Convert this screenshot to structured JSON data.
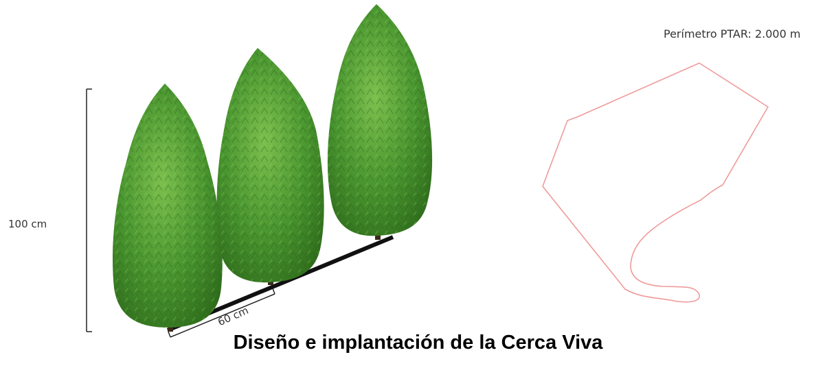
{
  "diagram": {
    "height_label": "100 cm",
    "spacing_label": "60 cm",
    "perimeter_label": "Perímetro PTAR: 2.000 m",
    "title": "Diseño e implantación de la Cerca Viva",
    "colors": {
      "foliage_dark": "#2f6d1c",
      "foliage_mid": "#4a9630",
      "foliage_light": "#7cc04e",
      "perimeter_line": "#ef9a9a",
      "dimension_line": "#222222"
    },
    "icons": [
      "cypress-tree-icon"
    ]
  }
}
